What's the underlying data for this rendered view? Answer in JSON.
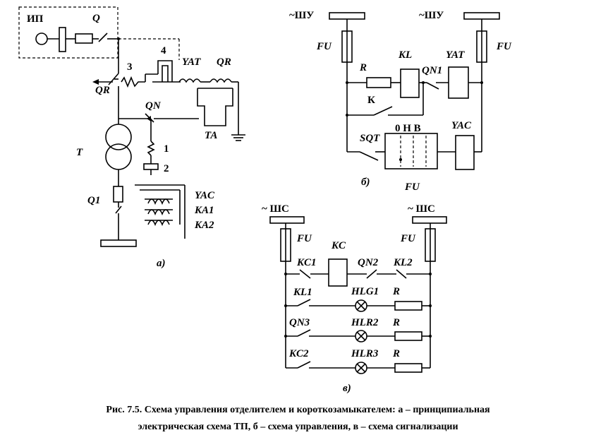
{
  "diagram_a": {
    "source_label": "ИП",
    "q_label": "Q",
    "n3": "3",
    "n4": "4",
    "yat_label": "YAT",
    "qr_top_label": "QR",
    "qr_left_label": "QR",
    "qn_label": "QN",
    "t_label": "T",
    "ta_label": "TA",
    "n1": "1",
    "n2": "2",
    "q1_label": "Q1",
    "yac_label": "YAC",
    "ka1_label": "KA1",
    "ka2_label": "KA2",
    "sub_label": "а)"
  },
  "diagram_b": {
    "bus_left": "~ШУ",
    "bus_right": "~ШУ",
    "fu_left": "FU",
    "fu_right": "FU",
    "r_label": "R",
    "kl_label": "KL",
    "yat_label": "YAT",
    "qn1_label": "QN1",
    "k_label": "К",
    "sqt_label": "SQT",
    "onv_label": "0 Н В",
    "yac_label": "YAC",
    "fu_bottom": "FU",
    "sub_label": "б)"
  },
  "diagram_c": {
    "bus_left": "~ ШС",
    "bus_right": "~ ШС",
    "fu_left": "FU",
    "fu_right": "FU",
    "kc_label": "KC",
    "kc1_label": "KC1",
    "qn2_label": "QN2",
    "kl2_label": "KL2",
    "kl1_label": "KL1",
    "hlg1_label": "HLG1",
    "r1_label": "R",
    "qn3_label": "QN3",
    "hlr2_label": "HLR2",
    "r2_label": "R",
    "kc2_label": "KC2",
    "hlr3_label": "HLR3",
    "r3_label": "R",
    "sub_label": "в)"
  },
  "caption": {
    "line1": "Рис. 7.5. Схема управления отделителем и короткозамыкателем: а – принципиальная",
    "line2": "электрическая схема ТП, б – схема управления, в – схема сигнализации"
  }
}
